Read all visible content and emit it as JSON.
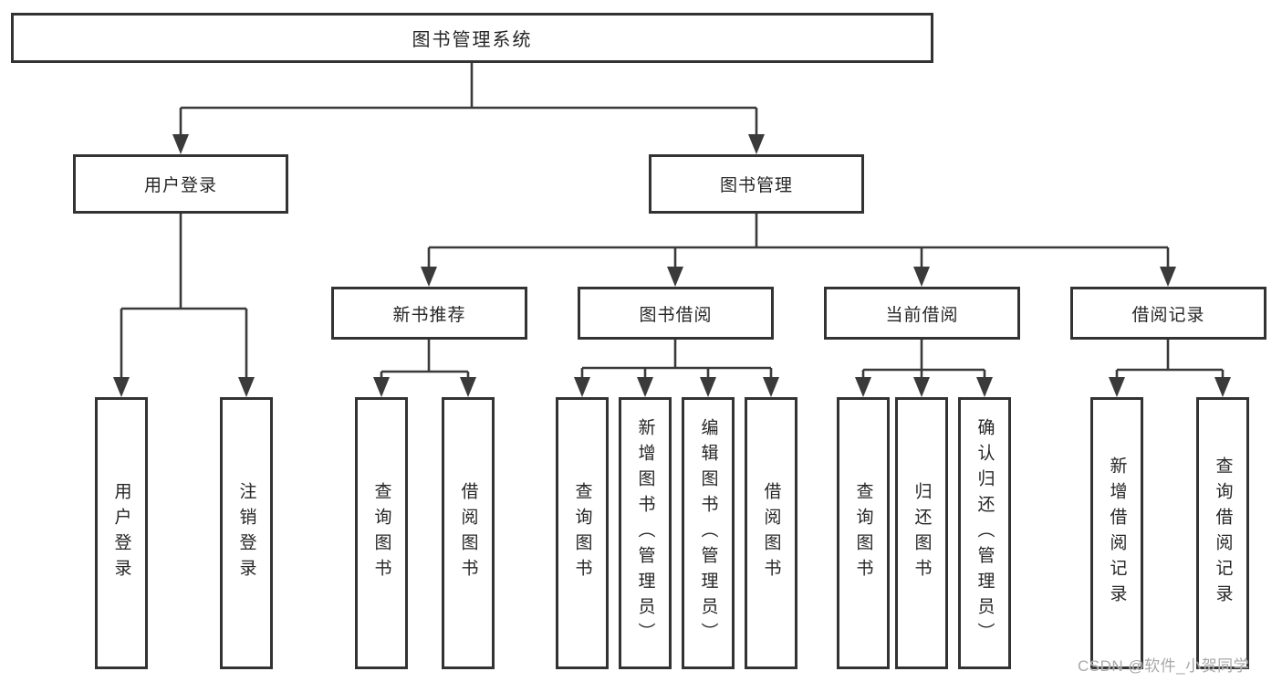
{
  "diagram": {
    "root_label": "图书管理系统",
    "user_login": {
      "label": "用户登录",
      "children": [
        {
          "label": "用户登录"
        },
        {
          "label": "注销登录"
        }
      ]
    },
    "book_management": {
      "label": "图书管理",
      "sections": [
        {
          "label": "新书推荐",
          "children": [
            {
              "label": "查询图书"
            },
            {
              "label": "借阅图书"
            }
          ]
        },
        {
          "label": "图书借阅",
          "children": [
            {
              "label": "查询图书"
            },
            {
              "label": "新增图书（管理员）"
            },
            {
              "label": "编辑图书（管理员）"
            },
            {
              "label": "借阅图书"
            }
          ]
        },
        {
          "label": "当前借阅",
          "children": [
            {
              "label": "查询图书"
            },
            {
              "label": "归还图书"
            },
            {
              "label": "确认归还（管理员）"
            }
          ]
        },
        {
          "label": "借阅记录",
          "children": [
            {
              "label": "新增借阅记录"
            },
            {
              "label": "查询借阅记录"
            }
          ]
        }
      ]
    }
  },
  "watermark": "CSDN @软件_小贺同学",
  "colors": {
    "line": "#3a3a3a",
    "border": "#333333",
    "text": "#262626",
    "watermark": "#a8a8a8",
    "background": "#ffffff"
  }
}
